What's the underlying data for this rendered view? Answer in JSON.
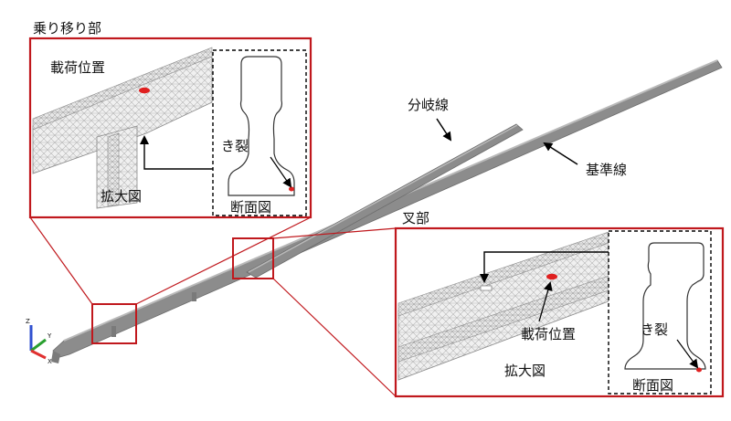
{
  "labels": {
    "transfer_section": "乗り移り部",
    "branch_line": "分岐線",
    "reference_line": "基準線",
    "frog_section": "叉部",
    "load_position": "載荷位置",
    "crack": "き裂",
    "enlarged_view": "拡大図",
    "cross_section": "断面図"
  },
  "axis_triad": {
    "z": "Z",
    "y": "Y",
    "x": "X"
  },
  "colors": {
    "frame_red": "#c0181d",
    "load_marker": "#e02020",
    "crack_marker": "#e02020",
    "rail_gray": "#808080",
    "axis_x": "#e03030",
    "axis_y": "#2aa030",
    "axis_z": "#3050d0"
  }
}
